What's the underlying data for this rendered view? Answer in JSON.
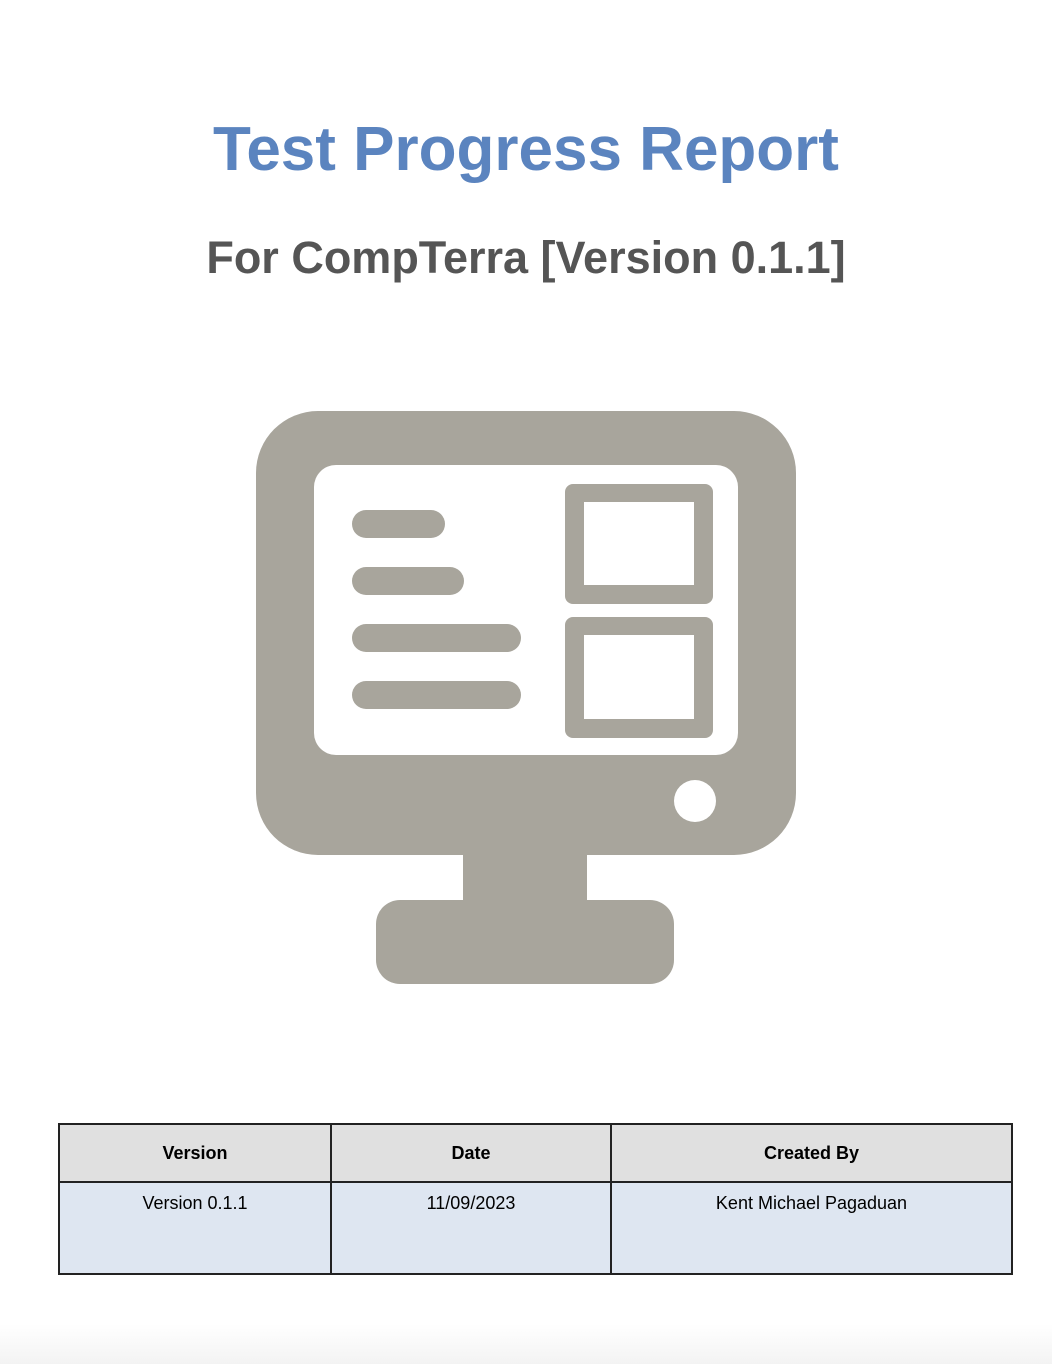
{
  "document": {
    "title": "Test Progress Report",
    "subtitle": "For CompTerra [Version 0.1.1]"
  },
  "illustration": {
    "icon": "computer-monitor-icon",
    "color": "#a8a59c"
  },
  "table": {
    "headers": [
      "Version",
      "Date",
      "Created By"
    ],
    "rows": [
      [
        "Version 0.1.1",
        "11/09/2023",
        "Kent Michael Pagaduan"
      ]
    ]
  },
  "colors": {
    "title": "#5b84bf",
    "subtitle": "#555555",
    "header_bg": "#e0e0e0",
    "row_bg": "#dee6f1"
  }
}
